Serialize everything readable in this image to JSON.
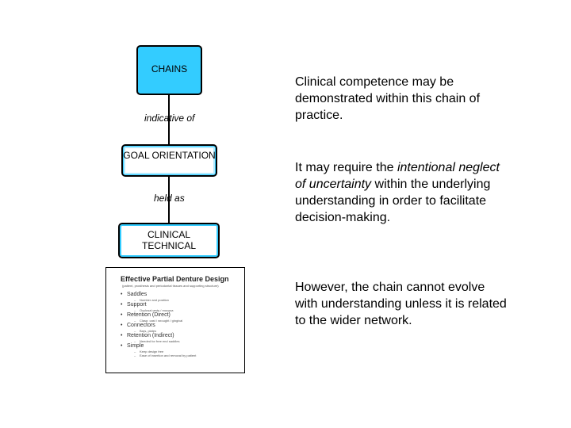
{
  "diagram": {
    "nodes": [
      {
        "id": "chains",
        "label": "CHAINS"
      },
      {
        "id": "goal",
        "label": "GOAL ORIENTATION"
      },
      {
        "id": "clinical",
        "label": "CLINICAL TECHNICAL"
      }
    ],
    "edges": [
      {
        "from": "chains",
        "to": "goal",
        "label": "indicative of"
      },
      {
        "from": "goal",
        "to": "clinical",
        "label": "held as"
      }
    ],
    "accent_color": "#33ccff"
  },
  "thumbnail": {
    "title": "Effective Partial Denture Design",
    "subtitle": "(patient, prosthesis and periodontal tissues and supporting structure)",
    "items": [
      {
        "label": "Saddles",
        "sub": [
          "Number and position"
        ]
      },
      {
        "label": "Support",
        "sub": [
          "Occlusal rests / mucosa"
        ]
      },
      {
        "label": "Retention (Direct)",
        "sub": [
          "Clasp: cast / wrought / gingival"
        ]
      },
      {
        "label": "Connectors",
        "sub": [
          "Bars, plates"
        ]
      },
      {
        "label": "Retention (Indirect)",
        "sub": [
          "Needed for free end saddles"
        ]
      },
      {
        "label": "Simple",
        "sub": [
          "Keep design free",
          "Ease of insertion and removal by patient"
        ]
      }
    ]
  },
  "text": {
    "p1": "Clinical competence may be demonstrated within this chain of practice.",
    "p2_before": "It may require the ",
    "p2_italic": "intentional neglect of uncertainty",
    "p2_after": " within the underlying understanding in order to facilitate decision-making.",
    "p3": "However, the chain cannot evolve with understanding unless it is related to the wider network."
  }
}
